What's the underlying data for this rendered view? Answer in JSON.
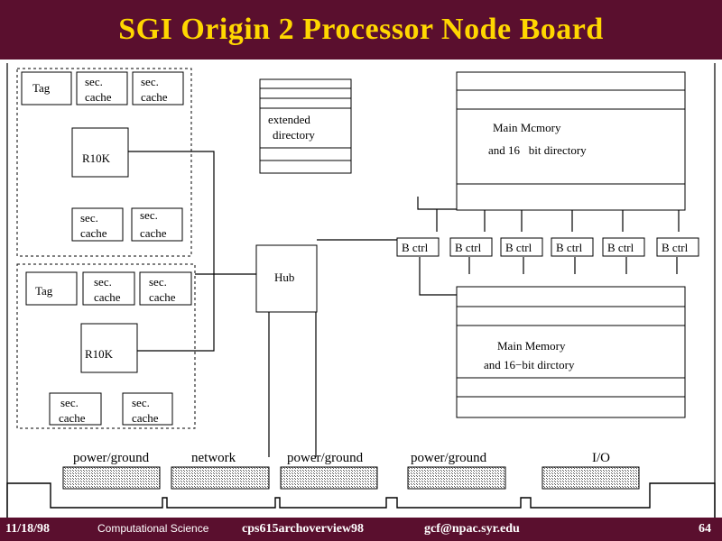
{
  "title": "SGI Origin 2 Processor Node Board",
  "diagram": {
    "tag": "Tag",
    "sec_cache": [
      "sec.",
      "cache"
    ],
    "processor": "R10K",
    "extended_directory": [
      "extended",
      "directory"
    ],
    "hub": "Hub",
    "main_memory_top": [
      "Main Mcmory",
      "and 16   bit directory"
    ],
    "main_memory_bottom": [
      "Main Memory",
      "and 16−bit dirctory"
    ],
    "bctrl": "B ctrl",
    "bus_labels": [
      "power/ground",
      "network",
      "power/ground",
      "power/ground",
      "I/O"
    ]
  },
  "footer": {
    "date": "11/18/98",
    "course": "Computational Science",
    "file": "cps615archoverview98",
    "email": "gcf@npac.syr.edu",
    "page": "64"
  },
  "colors": {
    "background": "#5a0f2e",
    "title": "#ffd700",
    "panel": "#ffffff",
    "footer_text": "#ffffff"
  }
}
